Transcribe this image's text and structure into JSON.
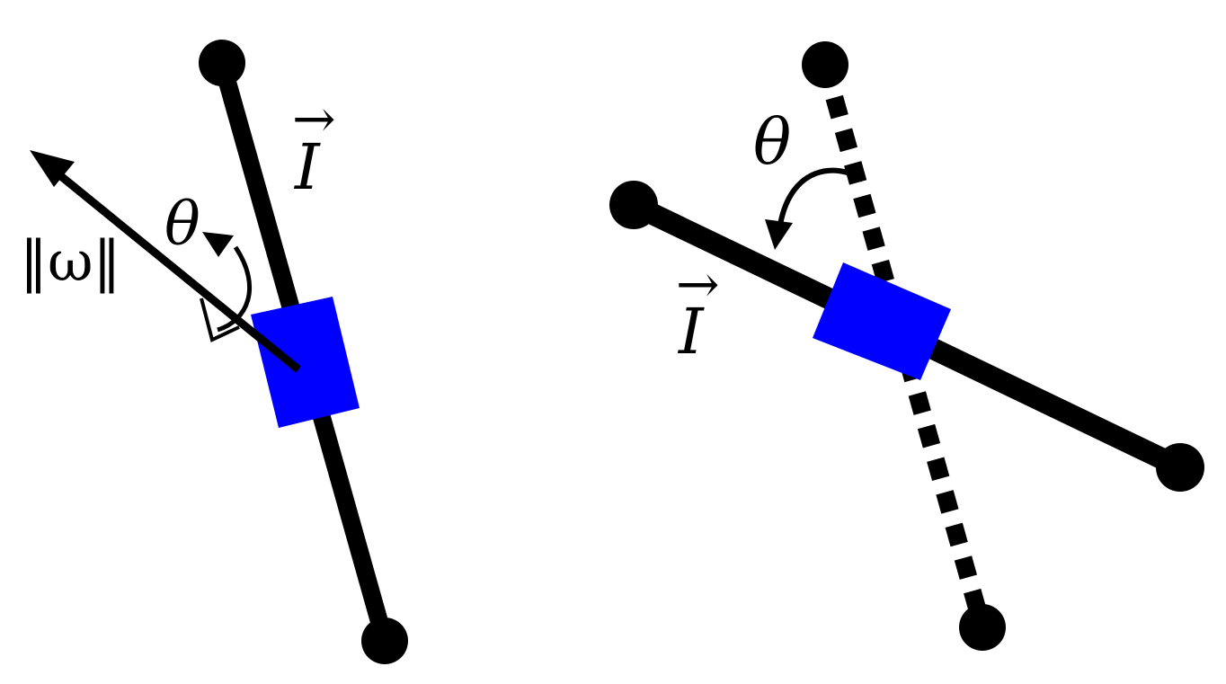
{
  "colors": {
    "rod": "#000000",
    "block": "#0000ff",
    "background": "#ffffff"
  },
  "left_panel": {
    "omega_label": "‖ω‖",
    "theta_label": "θ",
    "inertia_label": "I",
    "inertia_arrow": "→"
  },
  "right_panel": {
    "theta_label": "θ",
    "inertia_label": "I",
    "inertia_arrow": "→"
  }
}
